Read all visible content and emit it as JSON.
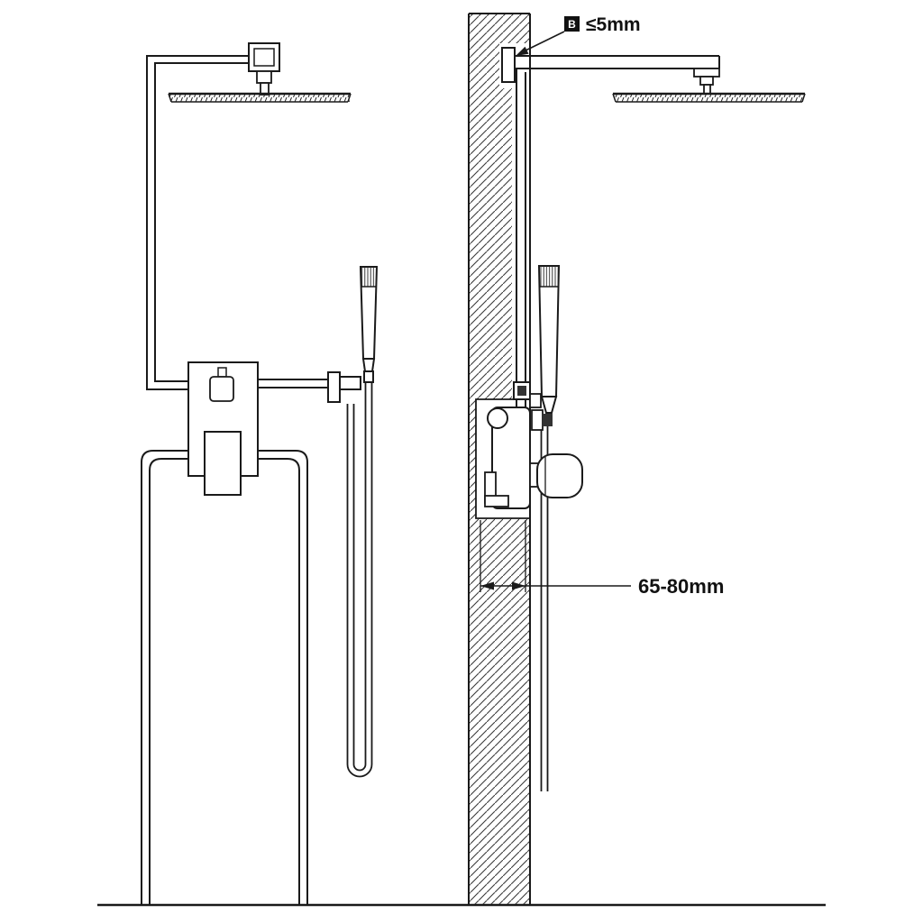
{
  "diagram": {
    "type": "technical-installation-drawing",
    "colors": {
      "line": "#1a1a1a",
      "background": "#ffffff",
      "marker_bg": "#111111",
      "marker_fg": "#ffffff"
    },
    "labels": {
      "marker_b": "B",
      "wall_gap": "≤5mm",
      "embed_depth": "65-80mm"
    }
  }
}
